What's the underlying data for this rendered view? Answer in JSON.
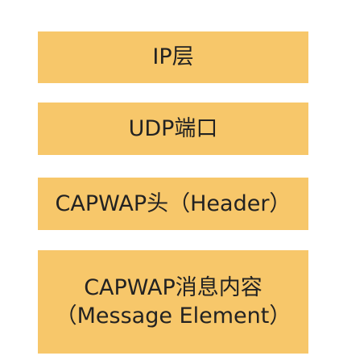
{
  "layers": [
    {
      "label": "IP层"
    },
    {
      "label": "UDP端口"
    },
    {
      "label": "CAPWAP头（Header）"
    },
    {
      "line1": "CAPWAP消息内容",
      "line2": "（Message Element）"
    }
  ],
  "colors": {
    "layer_fill": "#f7c76a",
    "text": "#222222",
    "background": "#ffffff"
  }
}
